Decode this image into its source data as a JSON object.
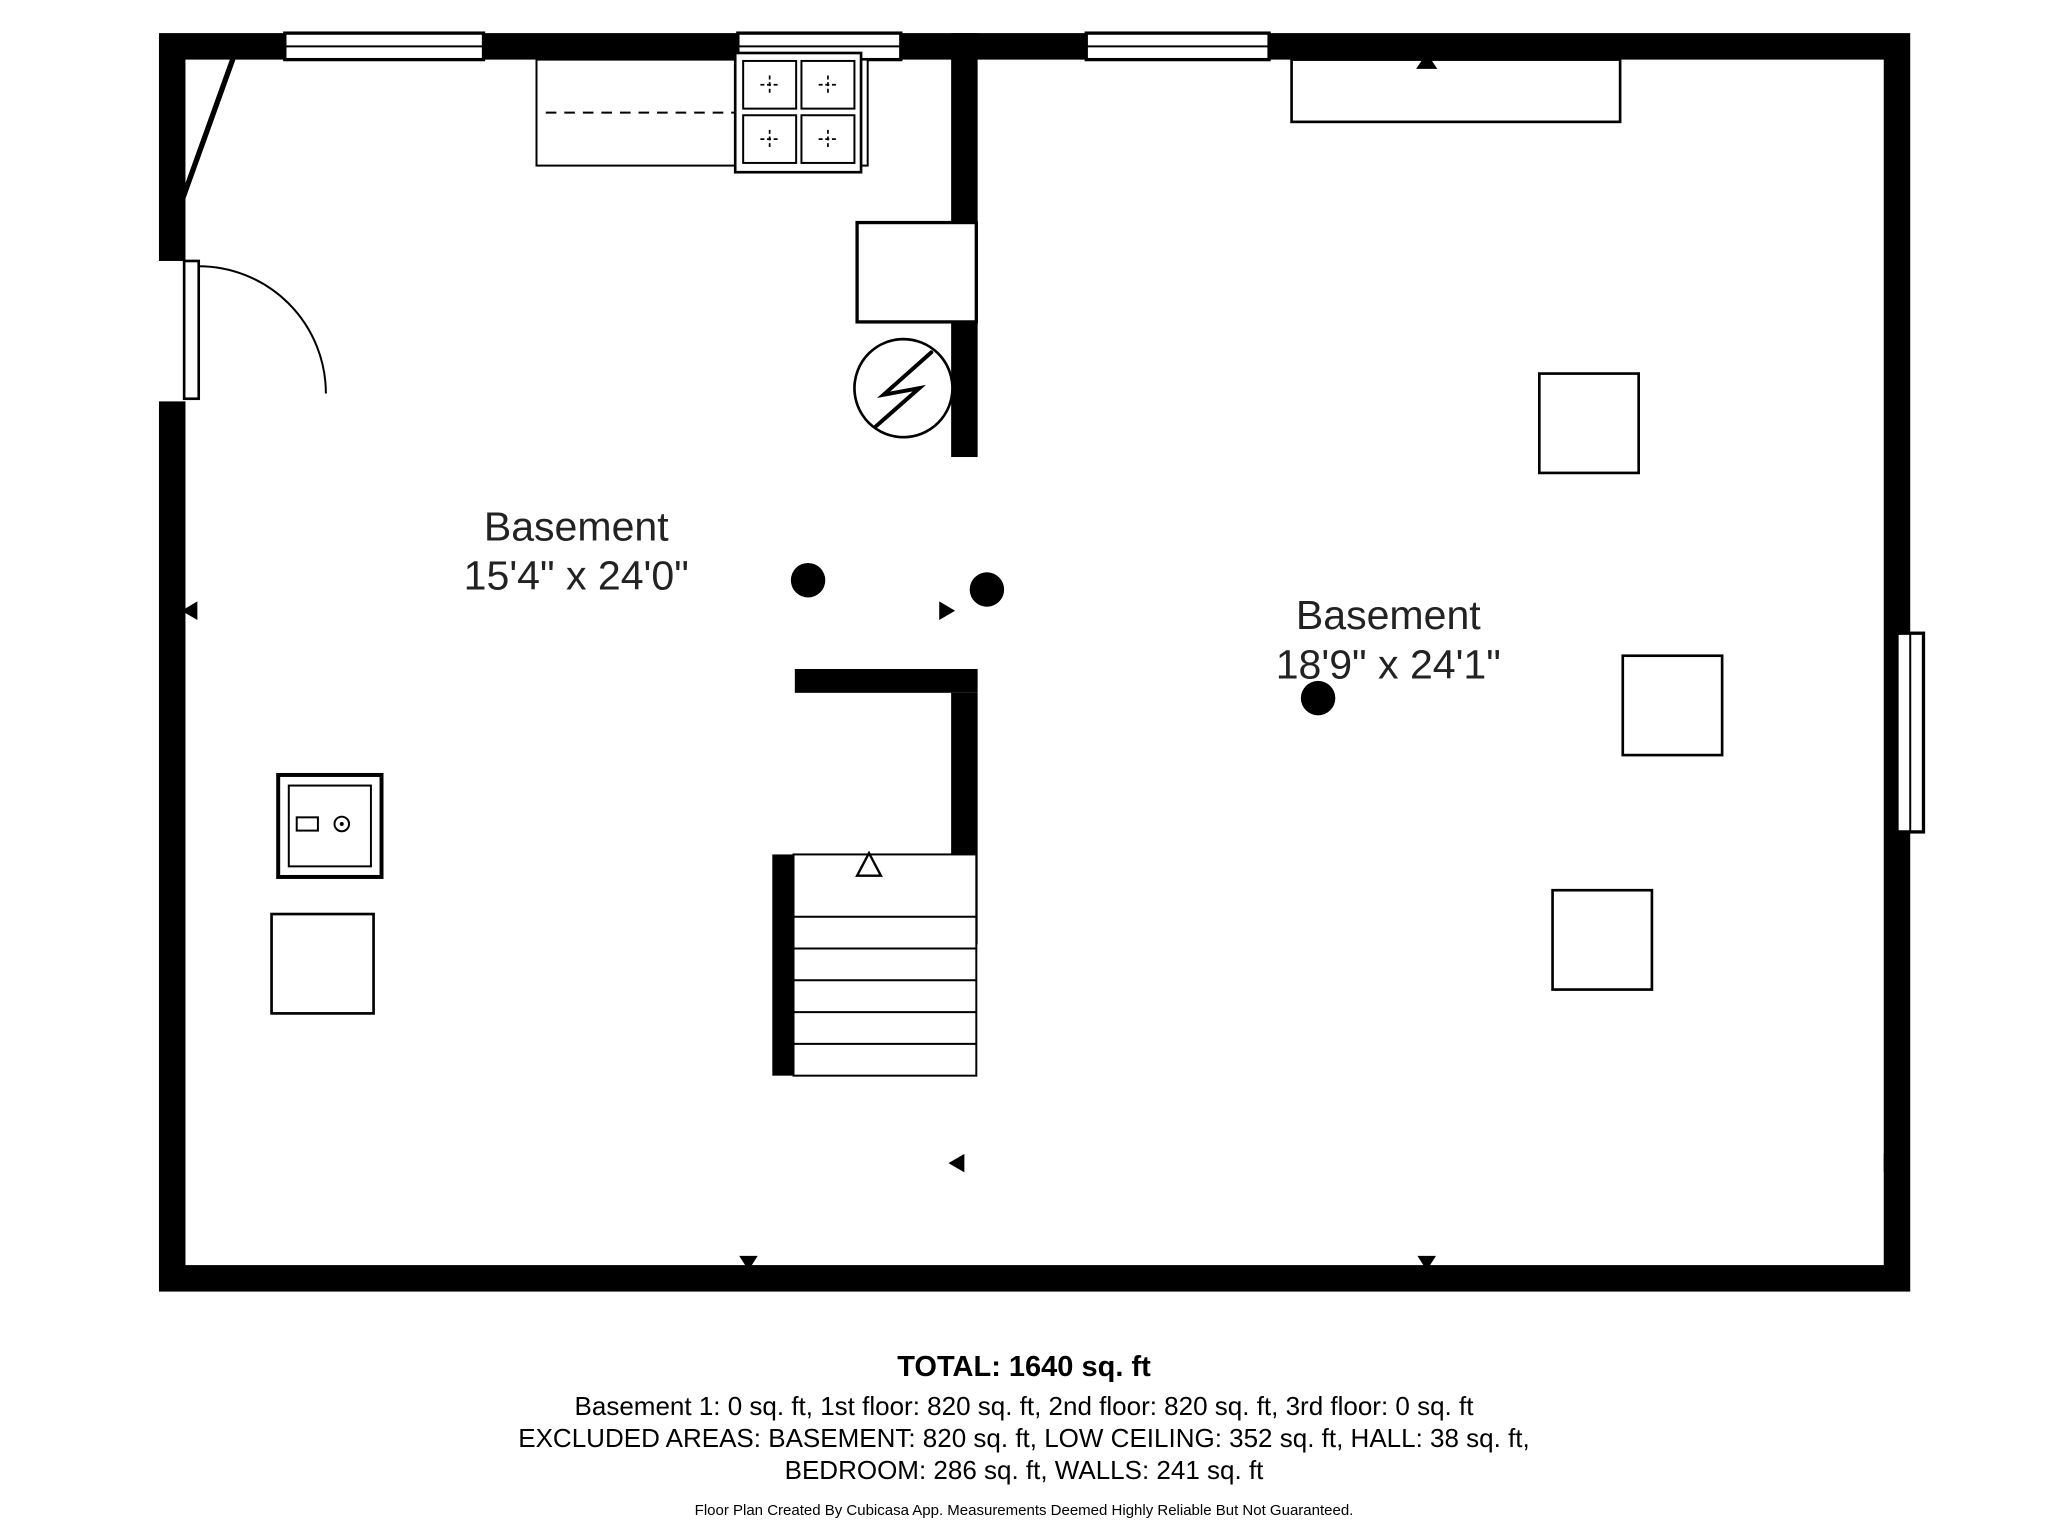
{
  "plan": {
    "rooms": [
      {
        "name": "Basement",
        "dimensions": "15'4\" x 24'0\""
      },
      {
        "name": "Basement",
        "dimensions": "18'9\" x 24'1\""
      }
    ]
  },
  "summary": {
    "total": "TOTAL: 1640 sq. ft",
    "floors_line": "Basement 1: 0 sq. ft, 1st floor: 820 sq. ft, 2nd floor: 820 sq. ft, 3rd floor: 0 sq. ft",
    "excluded_line1": "EXCLUDED AREAS: BASEMENT: 820 sq. ft, LOW CEILING: 352 sq. ft, HALL: 38 sq. ft,",
    "excluded_line2": "BEDROOM: 286 sq. ft, WALLS: 241 sq. ft",
    "disclaimer": "Floor Plan Created By Cubicasa App. Measurements Deemed Highly Reliable But Not Guaranteed."
  },
  "colors": {
    "wall": "#000000",
    "background": "#ffffff",
    "label_text": "#222222"
  }
}
